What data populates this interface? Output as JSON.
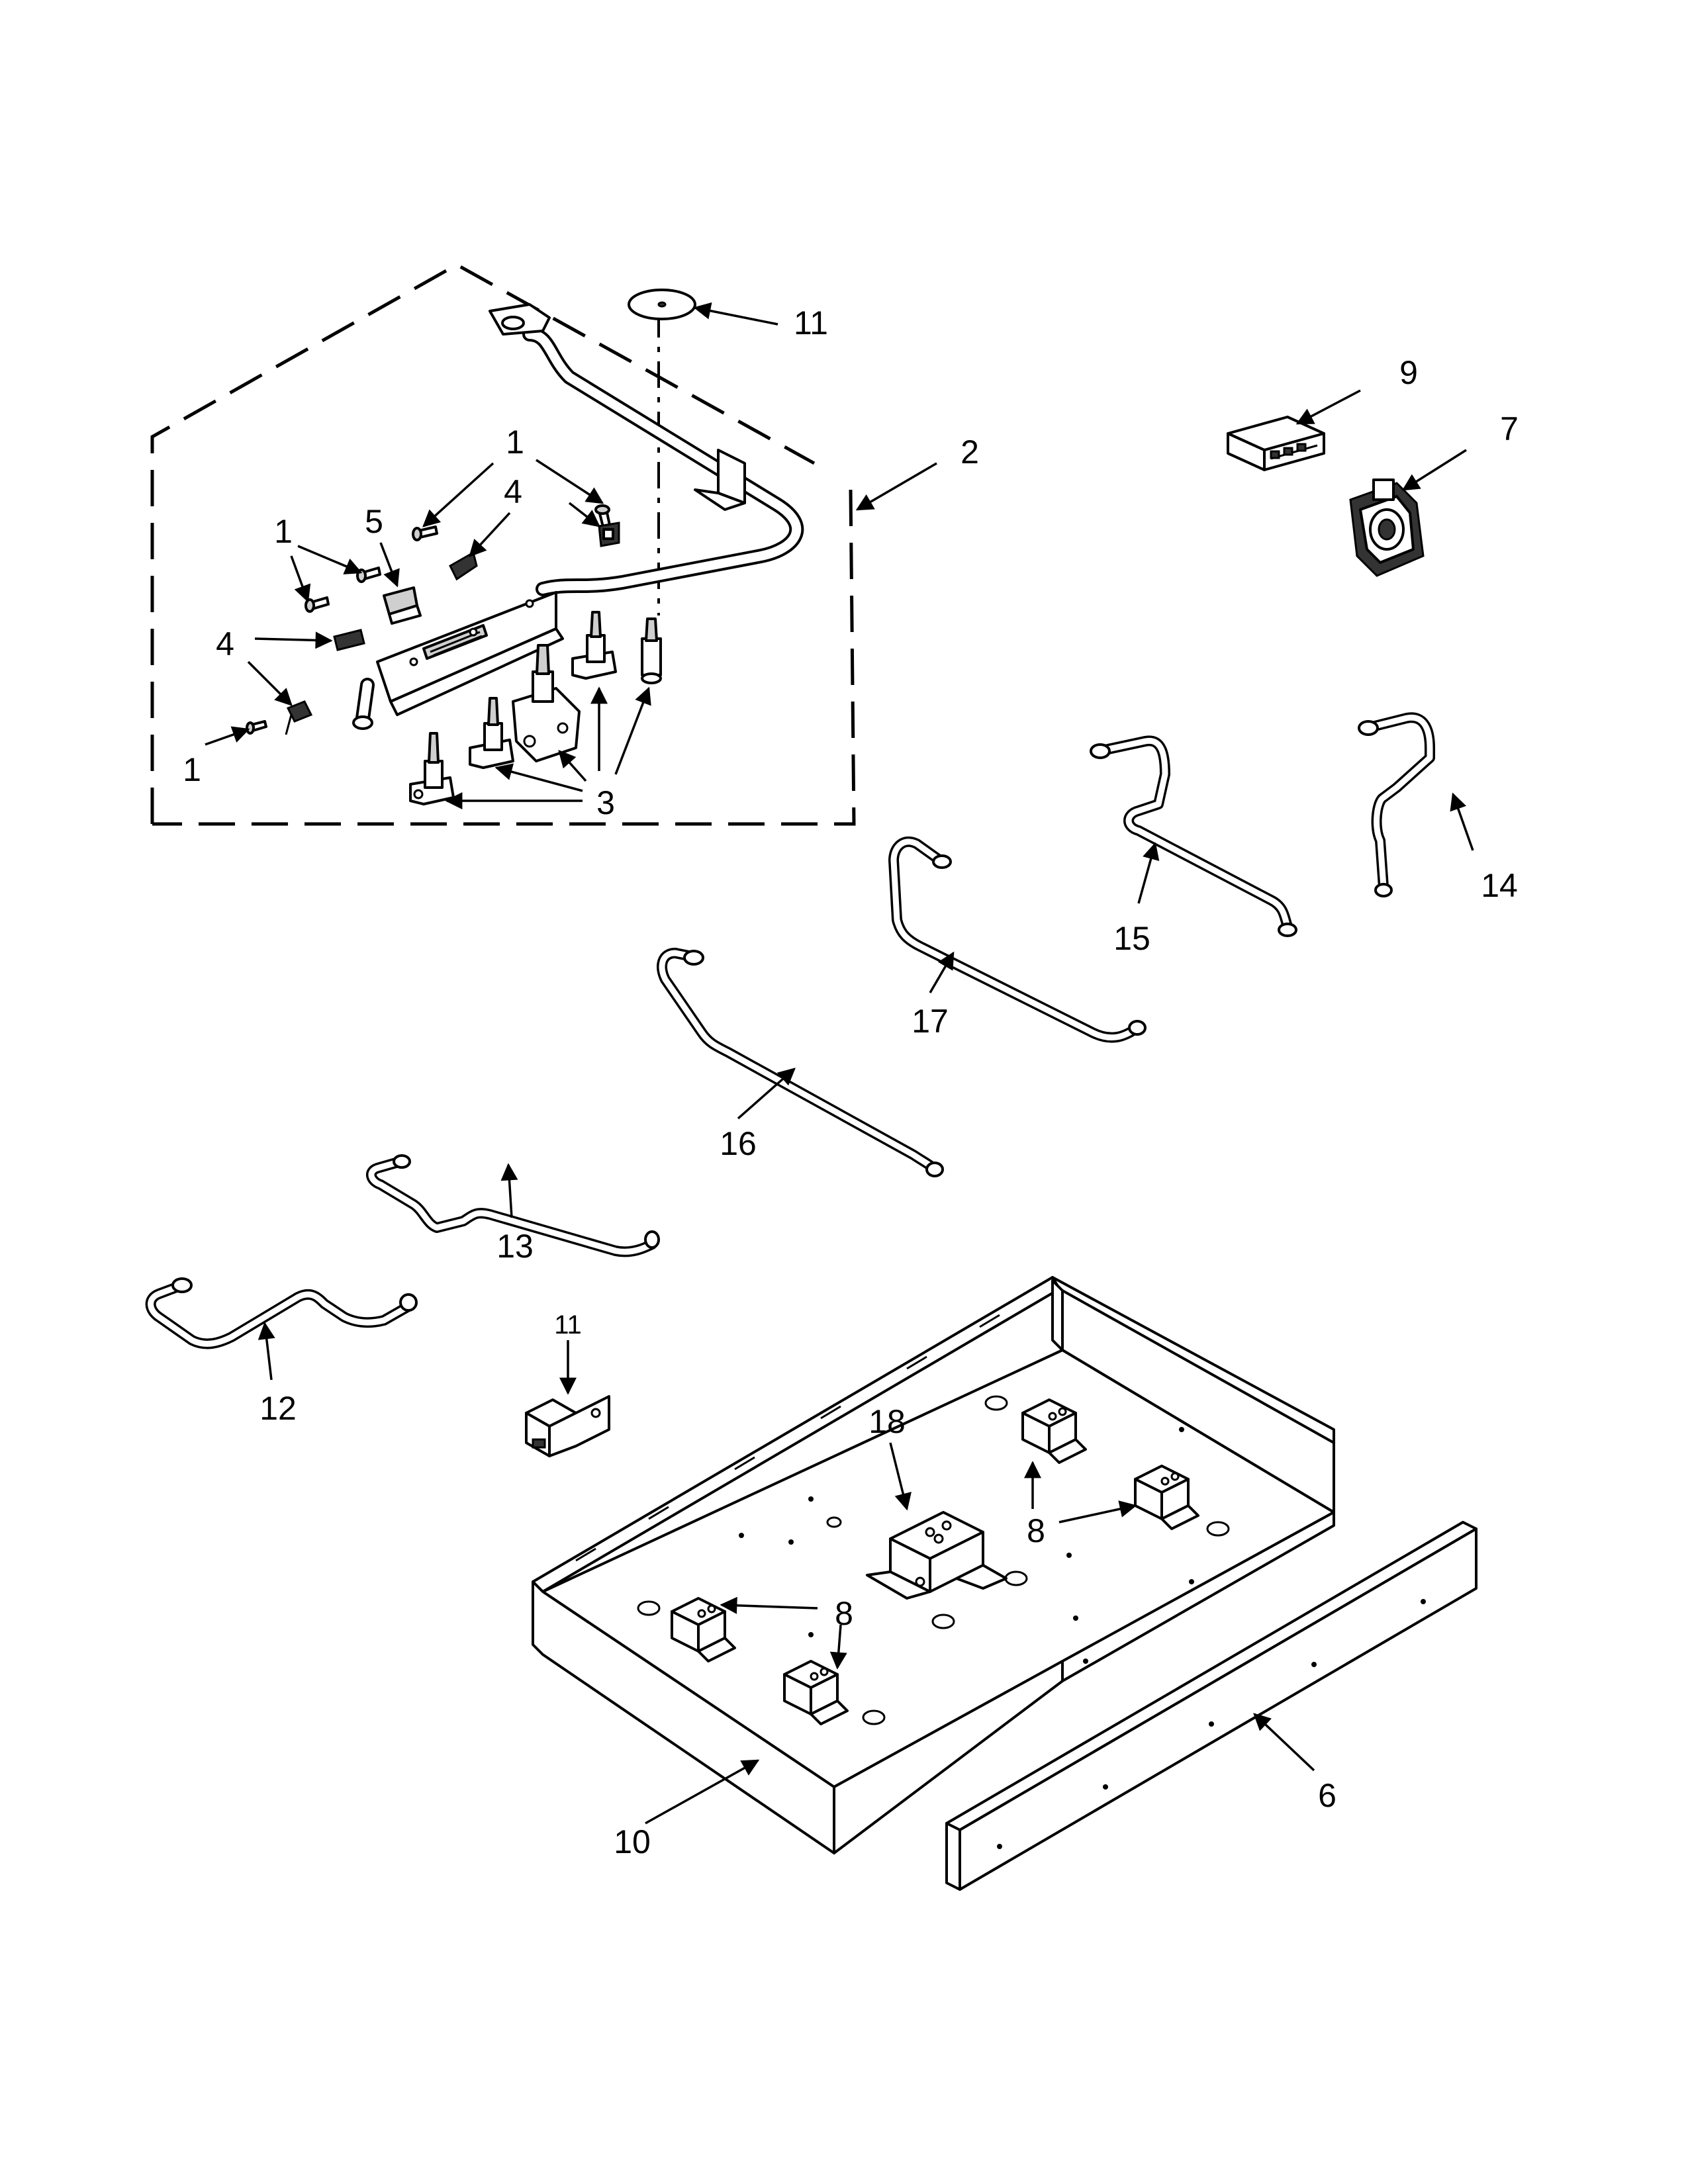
{
  "callouts": {
    "c1a": "1",
    "c1b": "1",
    "c1c": "1",
    "c2": "2",
    "c3": "3",
    "c4a": "4",
    "c4b": "4",
    "c5": "5",
    "c6": "6",
    "c7": "7",
    "c8a": "8",
    "c8b": "8",
    "c9": "9",
    "c10": "10",
    "c11a": "11",
    "c11b": "11",
    "c12": "12",
    "c13": "13",
    "c14": "14",
    "c15": "15",
    "c16": "16",
    "c17": "17",
    "c18": "18"
  },
  "colors": {
    "line": "#000000",
    "background": "#ffffff",
    "shade": "#cfcfcf"
  }
}
